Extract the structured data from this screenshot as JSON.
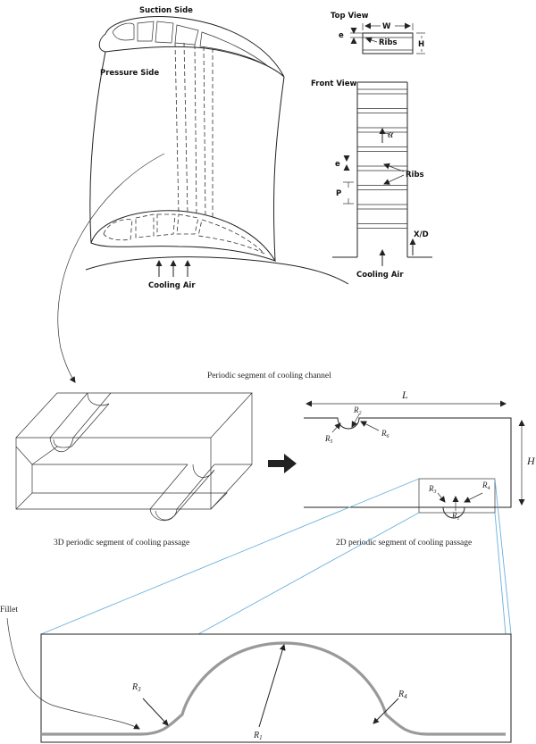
{
  "blade": {
    "suction_side": "Suction Side",
    "pressure_side": "Pressure Side",
    "cooling_air": "Cooling Air"
  },
  "top_view": {
    "title": "Top View",
    "w": "W",
    "e": "e",
    "ribs": "Ribs",
    "h": "H"
  },
  "front_view": {
    "title": "Front View",
    "alpha": "α",
    "e": "e",
    "ribs": "Ribs",
    "p": "P",
    "xd": "X/D",
    "cooling_air": "Cooling Air"
  },
  "captions": {
    "periodic_segment": "Periodic segment of cooling channel",
    "seg_3d": "3D periodic segment of cooling passage",
    "seg_2d": "2D periodic segment of cooling passage"
  },
  "channel_2d": {
    "L": "L",
    "H": "H",
    "R1": "R",
    "R1_sub": "1",
    "R2": "R",
    "R2_sub": "2",
    "R3": "R",
    "R3_sub": "3",
    "R4": "R",
    "R4_sub": "4",
    "R5": "R",
    "R5_sub": "5",
    "R6": "R",
    "R6_sub": "6"
  },
  "zoom": {
    "fillet": "Fillet",
    "R1": "R",
    "R1_sub": "1",
    "R3": "R",
    "R3_sub": "3",
    "R4": "R",
    "R4_sub": "4"
  },
  "colors": {
    "zoom_lines": "#6ab0dc",
    "profile": "#999999",
    "ink": "#222222"
  }
}
